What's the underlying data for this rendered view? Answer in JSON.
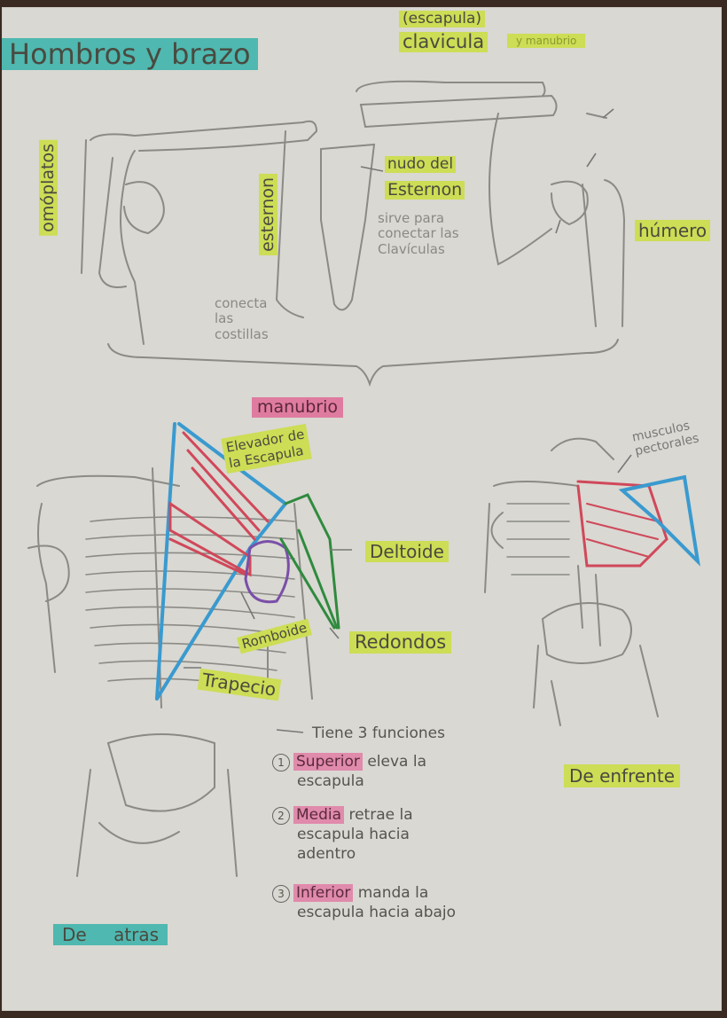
{
  "title": "Hombros y brazo",
  "top_section": {
    "clavicle_label_top": "(escapula)",
    "clavicle_label": "clavicula",
    "clavicle_label_faint": "y manubrio",
    "omoplatos": "omóplatos",
    "esternon_vertical": "esternon",
    "nudo_label_1": "nudo del",
    "nudo_label_2": "Esternon",
    "nudo_desc": [
      "sirve para",
      "conectar las",
      "Clavículas"
    ],
    "humero": "húmero",
    "costillas_desc": [
      "conecta",
      "las",
      "costillas"
    ],
    "manubrio": "manubrio"
  },
  "back_view": {
    "elevador": [
      "Elevador de",
      "la Escapula"
    ],
    "deltoide": "Deltoide",
    "romboide": "Romboide",
    "redondos": "Redondos",
    "trapecio": "Trapecio",
    "caption": "De atras"
  },
  "front_view": {
    "pectorales": [
      "musculos",
      "pectorales"
    ],
    "caption": "De enfrente"
  },
  "functions": {
    "intro": "Tiene 3 funciones",
    "items": [
      {
        "num": "1",
        "name": "Superior",
        "text_1": "eleva la",
        "text_2": "escapula"
      },
      {
        "num": "2",
        "name": "Media",
        "text_1": "retrae la",
        "text_2": "escapula hacia",
        "text_3": "adentro"
      },
      {
        "num": "3",
        "name": "Inferior",
        "text_1": "manda la",
        "text_2": "escapula hacia abajo"
      }
    ]
  },
  "colors": {
    "teal_highlight": "#4fb8b0",
    "lime_highlight": "#cddd55",
    "pink_highlight": "#e07ba0",
    "trapecio_blue": "#3a9acf",
    "romboide_red": "#d0485a",
    "deltoide_green": "#2f8a3e",
    "redondos_purple": "#7a4fa8"
  }
}
